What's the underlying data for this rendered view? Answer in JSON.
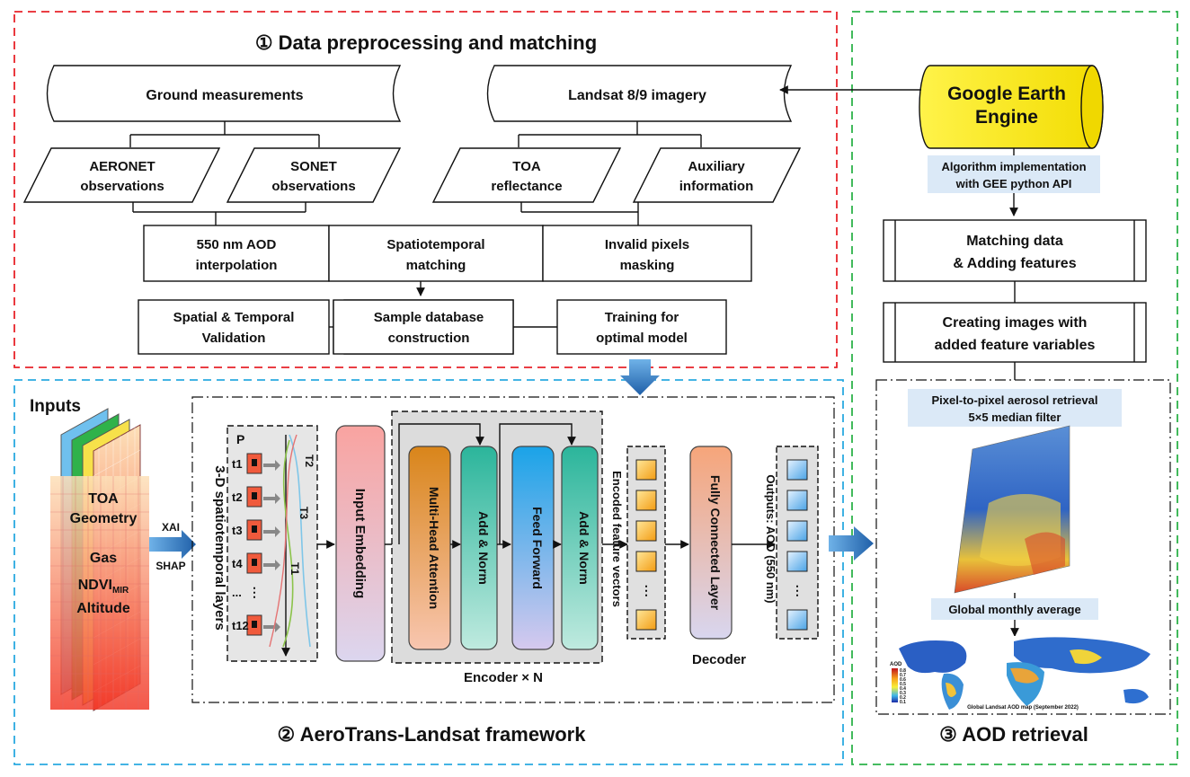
{
  "sections": {
    "preprocessing": {
      "title": "① Data preprocessing and matching",
      "ground": "Ground measurements",
      "landsat": "Landsat 8/9 imagery",
      "aeronet": [
        "AERONET",
        "observations"
      ],
      "sonet": [
        "SONET",
        "observations"
      ],
      "toa": [
        "TOA",
        "reflectance"
      ],
      "auxiliary": [
        "Auxiliary",
        "information"
      ],
      "interp": [
        "550 nm AOD",
        "interpolation"
      ],
      "stmatch": [
        "Spatiotemporal",
        "matching"
      ],
      "invalid": [
        "Invalid pixels",
        "masking"
      ],
      "validation": [
        "Spatial & Temporal",
        "Validation"
      ],
      "sample": [
        "Sample database",
        "construction"
      ],
      "training": [
        "Training for",
        "optimal model"
      ]
    },
    "framework": {
      "title": "② AeroTrans-Landsat framework",
      "inputs": "Inputs",
      "layer_labels": [
        "TOA",
        "Geometry",
        "Gas",
        "NDVI",
        "MIR",
        "Altitude"
      ],
      "xai": "XAI",
      "shap": "SHAP",
      "st_layers": "3-D spatiotemporal layers",
      "p_label": "P",
      "time_labels": [
        "t1",
        "t2",
        "t3",
        "t4",
        "...",
        "t12"
      ],
      "curve_labels": [
        "T2",
        "T3",
        "T1"
      ],
      "input_embedding": "Input Embedding",
      "mha": "Multi-Head Attention",
      "addnorm": "Add & Norm",
      "feedforward": "Feed Forward",
      "encoder": "Encoder × N",
      "encoded": "Encoded feature vectors",
      "fc": "Fully Connected Layer",
      "decoder": "Decoder",
      "outputs": "Outputs: AOD (550 nm)"
    },
    "retrieval": {
      "title": "③ AOD retrieval",
      "gee": [
        "Google Earth",
        "Engine"
      ],
      "algo": [
        "Algorithm implementation",
        "with GEE python API"
      ],
      "matching": [
        "Matching data",
        "& Adding features"
      ],
      "creating": [
        "Creating images with",
        "added feature variables"
      ],
      "pixel": [
        "Pixel-to-pixel aerosol retrieval",
        "5×5 median filter"
      ],
      "monthly": "Global monthly average",
      "map_caption": "Global Landsat AOD map (September 2022)",
      "legend_title": "AOD",
      "legend_ticks": [
        "0.8",
        "0.7",
        "0.6",
        "0.5",
        "0.4",
        "0.3",
        "0.2",
        "0.1"
      ]
    }
  },
  "colors": {
    "section1_border": "#e8232a",
    "section2_border": "#2aa9e0",
    "section3_border": "#2db24a",
    "gee_fill": "#ffee1a",
    "label_bg": "#dbe9f7",
    "arrow_blue": "#1f6fb5"
  }
}
